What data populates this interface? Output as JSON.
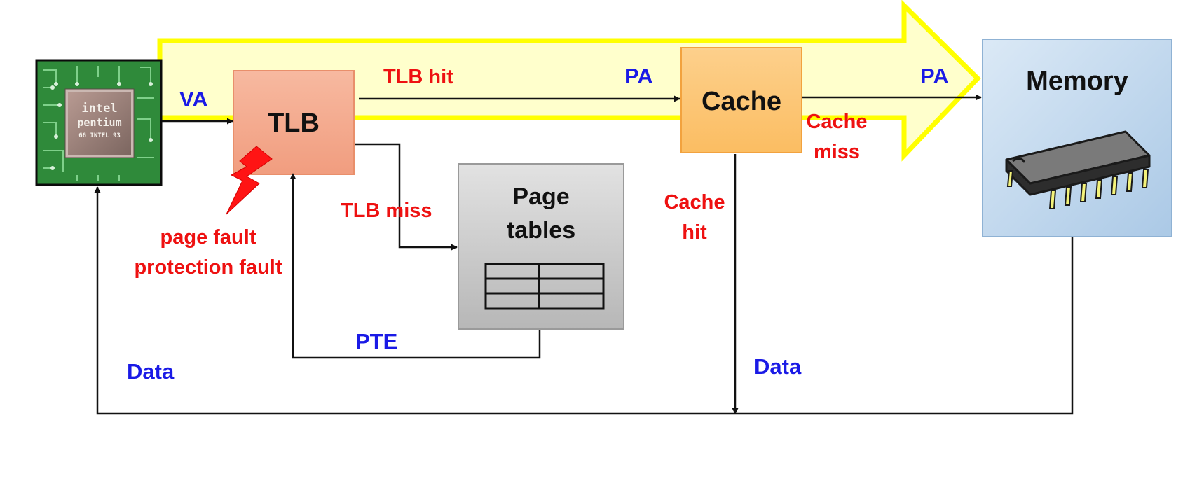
{
  "diagram": {
    "boxes": {
      "tlb": "TLB",
      "cache": "Cache",
      "memory": "Memory",
      "page_tables_line1": "Page",
      "page_tables_line2": "tables"
    },
    "cpu_chip": {
      "brand": "intel",
      "model": "pentium",
      "small": "66 INTEL 93"
    },
    "labels": {
      "va": "VA",
      "pa_1": "PA",
      "pa_2": "PA",
      "tlb_hit": "TLB hit",
      "tlb_miss": "TLB miss",
      "pte": "PTE",
      "cache_miss_line1": "Cache",
      "cache_miss_line2": "miss",
      "cache_hit_line1": "Cache",
      "cache_hit_line2": "hit",
      "page_fault": "page fault",
      "protection_fault": "protection fault",
      "data_left": "Data",
      "data_right": "Data"
    },
    "colors": {
      "label_red": "#ee1111",
      "label_blue": "#1a1ae6",
      "arrow_fill": "#ffffcc",
      "arrow_stroke": "#ffff00",
      "tlb_box": "#f4a98a",
      "cache_box": "#fcc77a",
      "memory_box": "#c5dcef",
      "page_tables_box": "#cfcfcf",
      "cpu_board": "#2f8a3a"
    }
  }
}
